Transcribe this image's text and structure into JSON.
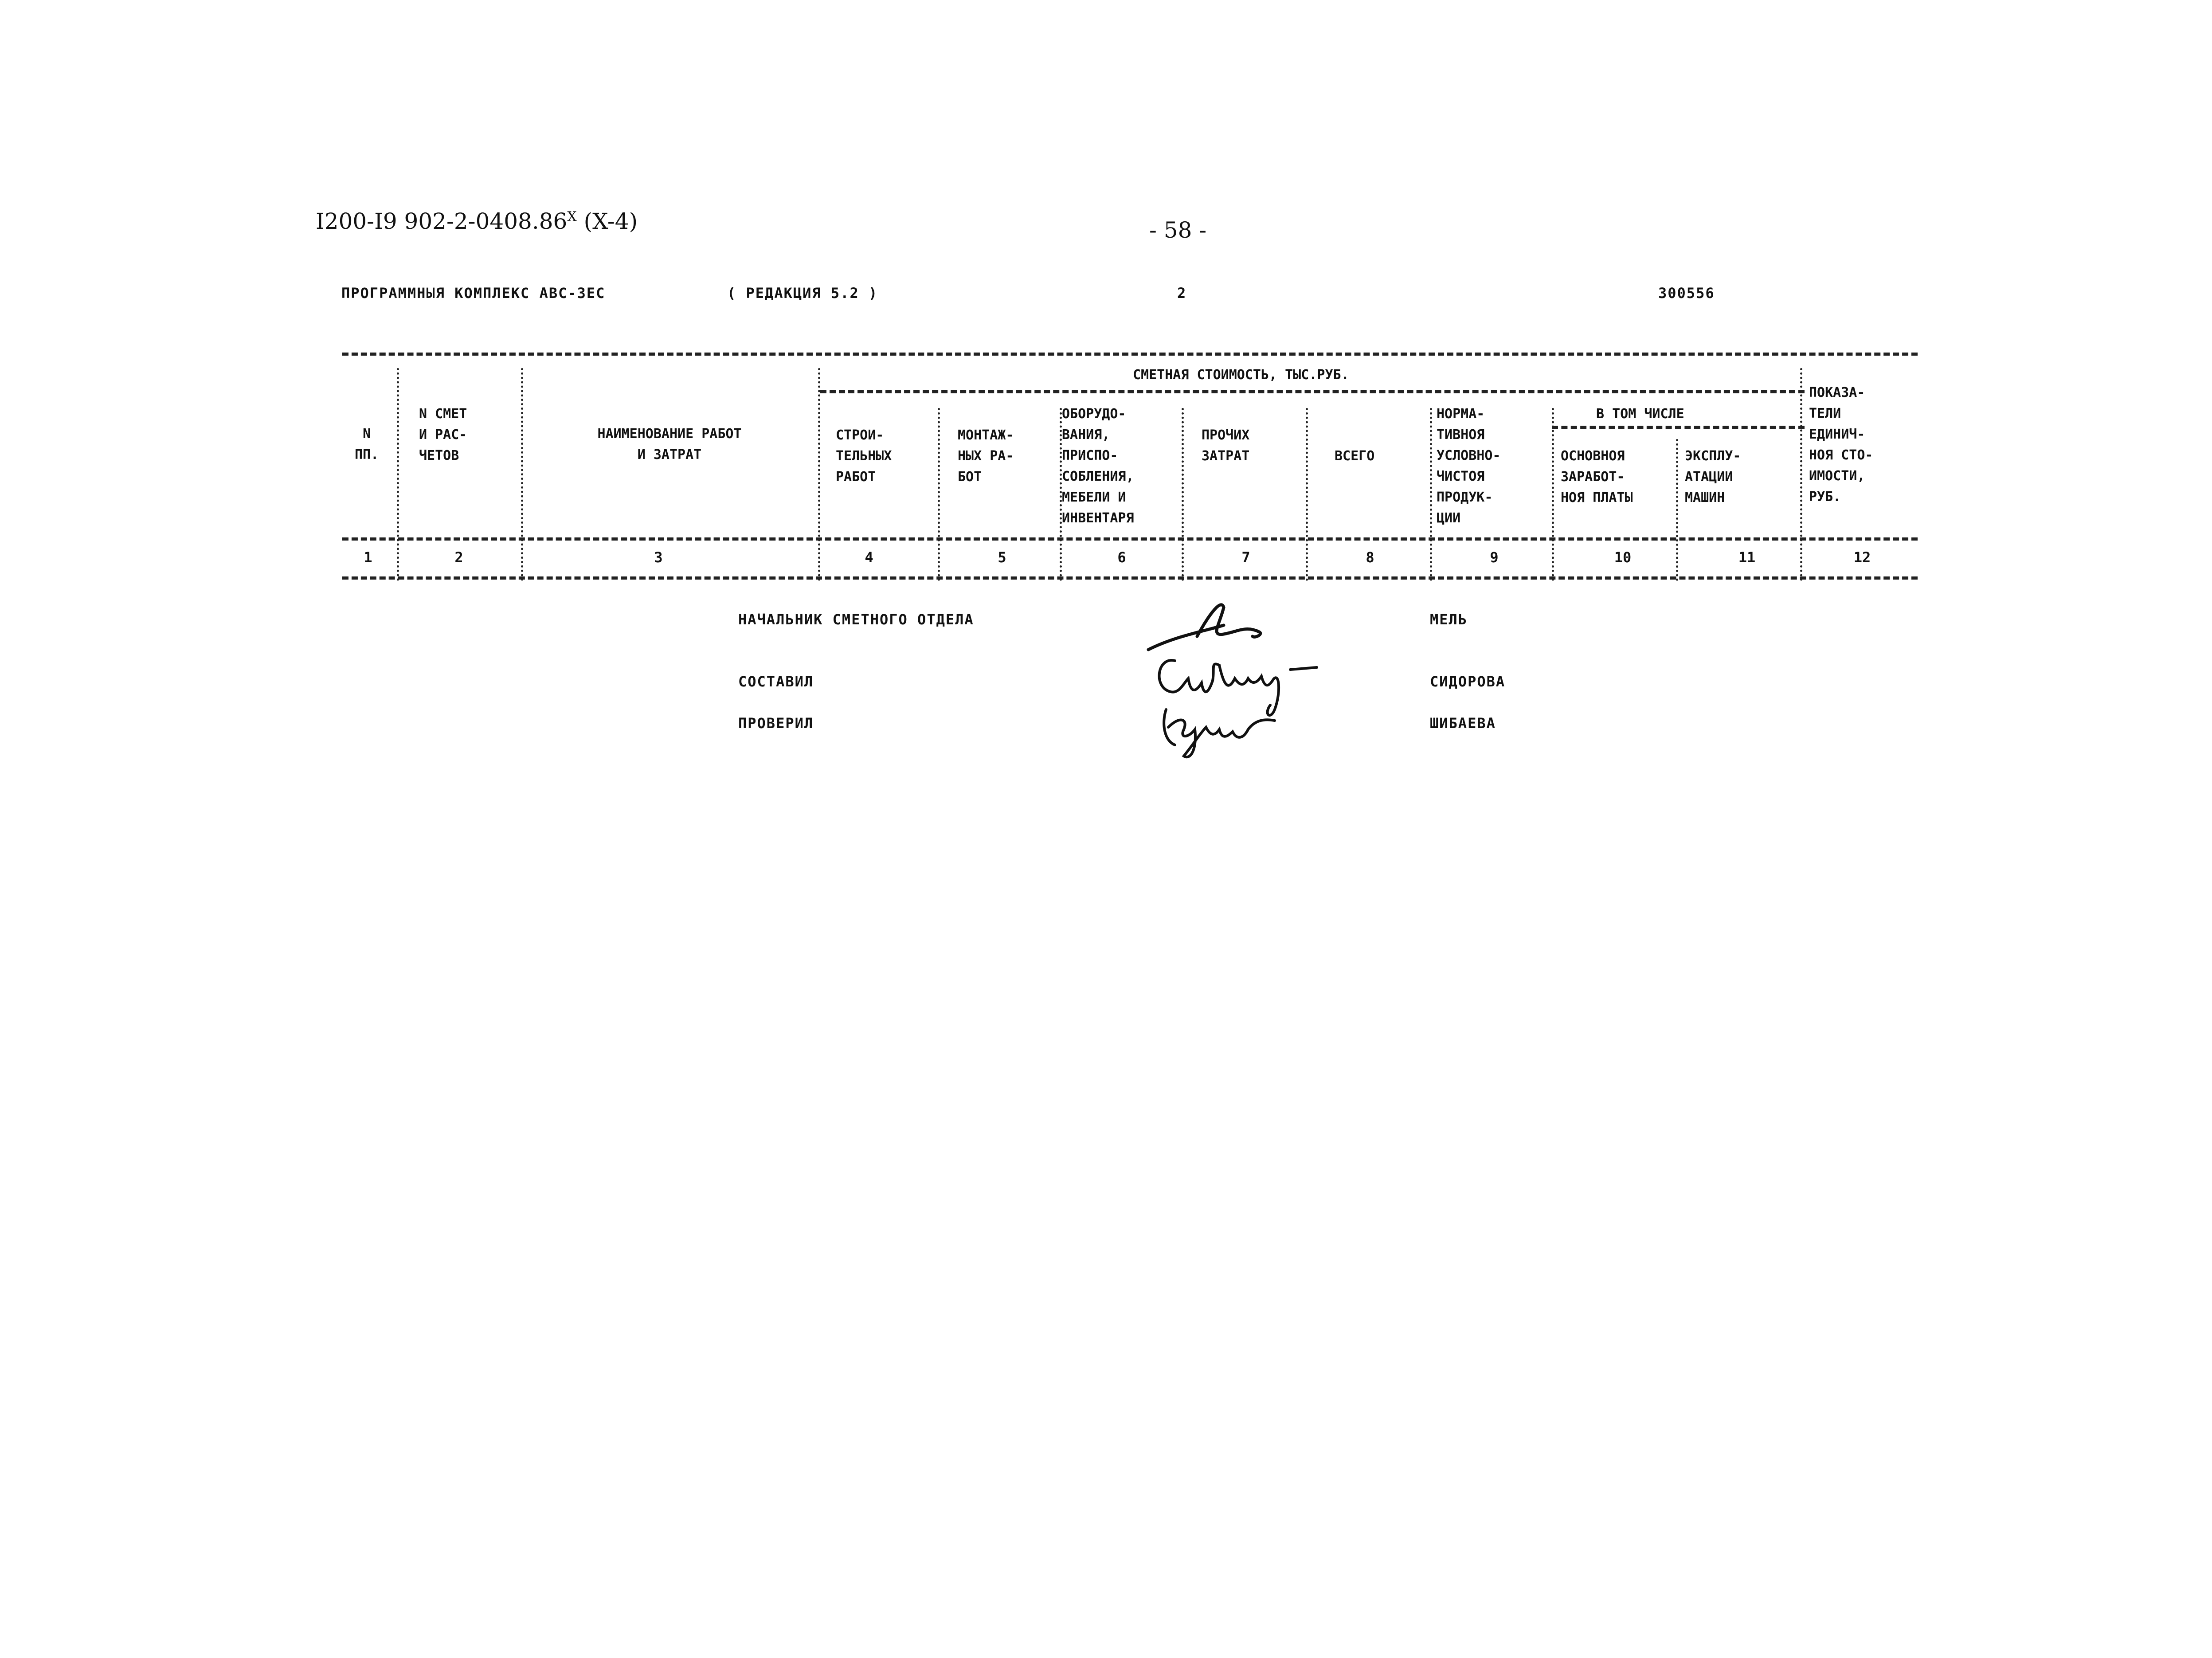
{
  "header": {
    "doc_code": "I200-I9  902-2-0408.86",
    "doc_code_sup": "X",
    "doc_code_suffix": " (X-4)",
    "page_number": "- 58 -"
  },
  "program_line": {
    "program": "ПРОГРАММНЫЯ КОМПЛЕКС АВС-3ЕС",
    "edition": "( РЕДАКЦИЯ  5.2 )",
    "sheet": "2",
    "code": "300556"
  },
  "table": {
    "group_header": "СМЕТНАЯ СТОИМОСТЬ, ТЫС.РУБ.",
    "subgroup_header": "В ТОМ ЧИСЛЕ",
    "columns": [
      {
        "label": "N\nПП."
      },
      {
        "label": "N СМЕТ\nИ РАС-\nЧЕТОВ"
      },
      {
        "label": "НАИМЕНОВАНИЕ РАБОТ\nИ ЗАТРАТ"
      },
      {
        "label": "СТРОИ-\nТЕЛЬНЫХ\nРАБОТ"
      },
      {
        "label": "МОНТАЖ-\nНЫХ РА-\nБОТ"
      },
      {
        "label": "ОБОРУДО-\nВАНИЯ,\nПРИСПО-\nСОБЛЕНИЯ,\nМЕБЕЛИ И\nИНВЕНТАРЯ"
      },
      {
        "label": "ПРОЧИХ\nЗАТРАТ"
      },
      {
        "label": "ВСЕГО"
      },
      {
        "label": "НОРМА-\nТИВНОЯ\nУСЛОВНО-\nЧИСТОЯ\nПРОДУК-\nЦИИ"
      },
      {
        "label": "ОСНОВНОЯ\nЗАРАБОТ-\nНОЯ ПЛАТЫ"
      },
      {
        "label": "ЭКСПЛУ-\nАТАЦИИ\nМАШИН"
      },
      {
        "label": "ПОКАЗА-\nТЕЛИ\nЕДИНИЧ-\nНОЯ СТО-\nИМОСТИ,\nРУБ."
      }
    ],
    "column_numbers": [
      "1",
      "2",
      "3",
      "4",
      "5",
      "6",
      "7",
      "8",
      "9",
      "10",
      "11",
      "12"
    ]
  },
  "signatures": [
    {
      "role": "НАЧАЛЬНИК СМЕТНОГО ОТДЕЛА",
      "name": "МЕЛЬ",
      "handwritten": ""
    },
    {
      "role": "СОСТАВИЛ",
      "name": "СИДОРОВА",
      "handwritten": "Сидорова"
    },
    {
      "role": "ПРОВЕРИЛ",
      "name": "ШИБАЕВА",
      "handwritten": "Курыш"
    }
  ]
}
